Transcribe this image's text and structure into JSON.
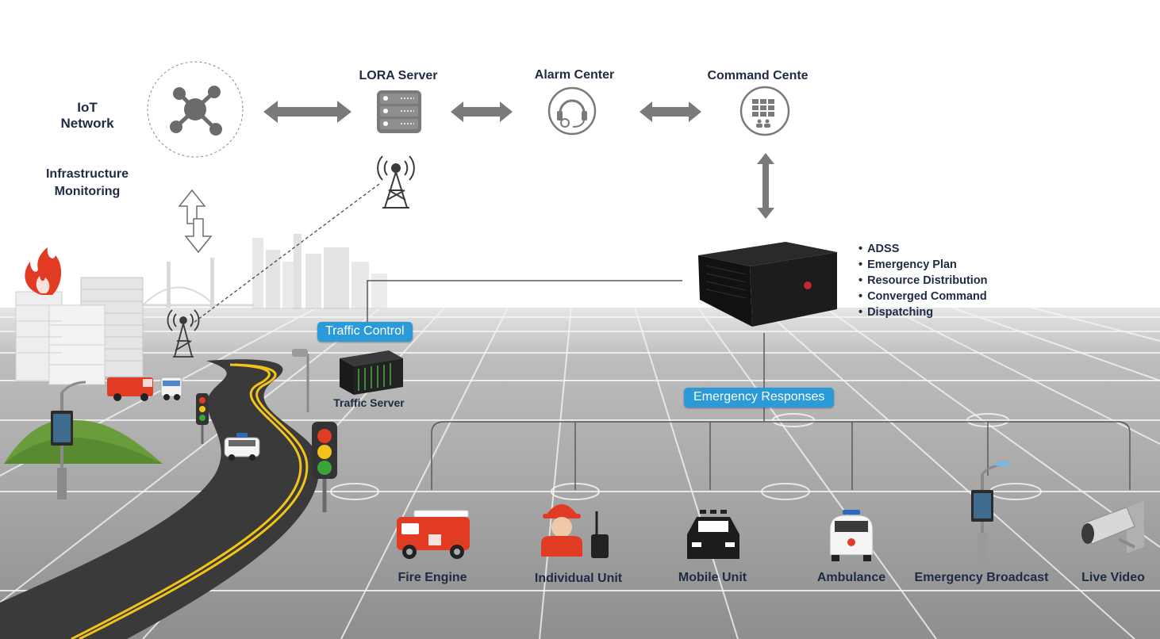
{
  "top_row": {
    "iot_network": {
      "title_line1": "IoT",
      "title_line2": "Network",
      "icon": "network-nodes-icon"
    },
    "lora_server": {
      "title": "LORA Server",
      "icon": "server-rack-icon"
    },
    "alarm_center": {
      "title": "Alarm Center",
      "icon": "headset-icon"
    },
    "command_center": {
      "title": "Command Cente",
      "icon": "video-wall-icon"
    }
  },
  "infrastructure": {
    "line1": "Infrastructure",
    "line2": "Monitoring"
  },
  "central_server": {
    "features": [
      "ADSS",
      "Emergency Plan",
      "Resource Distribution",
      "Converged Command",
      "Dispatching"
    ]
  },
  "traffic": {
    "control_label": "Traffic Control",
    "server_label": "Traffic Server"
  },
  "emergency": {
    "label": "Emergency Responses",
    "units": [
      {
        "label": "Fire Engine",
        "icon": "fire-truck-icon"
      },
      {
        "label": "Individual Unit",
        "icon": "firefighter-icon"
      },
      {
        "label": "Mobile Unit",
        "icon": "police-car-icon"
      },
      {
        "label": "Ambulance",
        "icon": "ambulance-icon"
      },
      {
        "label": "Emergency Broadcast",
        "icon": "broadcast-pole-icon"
      },
      {
        "label": "Live Video",
        "icon": "cctv-camera-icon"
      }
    ]
  },
  "colors": {
    "accent_blue": "#2a9ad8",
    "label_navy": "#1f2a44",
    "arrow_gray": "#7a7a7a",
    "ground_gray": "#9c9c9c",
    "fire_red": "#e23b24"
  }
}
